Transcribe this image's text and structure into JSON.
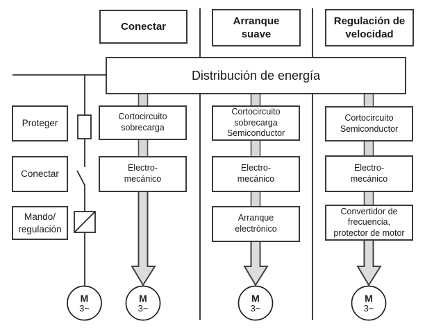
{
  "diagram": {
    "title_implicit": "Motor control methods diagram",
    "colors": {
      "background": "#ffffff",
      "box_border": "#3a3a3a",
      "line": "#2b2b2b",
      "connector_fill": "#d8d8d8",
      "connector_stroke": "#4d4d4d",
      "arrow_fill": "#dcdcdc",
      "arrow_stroke": "#3f3f3f"
    },
    "headers": [
      {
        "label": "Conectar"
      },
      {
        "label": "Arranque\nsuave"
      },
      {
        "label": "Regulación de\nvelocidad"
      }
    ],
    "distribution_bar": {
      "label": "Distribución de energía"
    },
    "left_labels": [
      {
        "label": "Proteger"
      },
      {
        "label": "Conectar"
      },
      {
        "label": "Mando/\nregulación"
      }
    ],
    "left_symbols": [
      "fuse",
      "switch",
      "contactor"
    ],
    "columns": [
      {
        "boxes": [
          {
            "label": "Cortocircuito\nsobrecarga"
          },
          {
            "label": "Electro-\nmecánico"
          }
        ]
      },
      {
        "boxes": [
          {
            "label": "Cortocircuito\nsobrecarga\nSemiconductor"
          },
          {
            "label": "Electro-\nmecánico"
          },
          {
            "label": "Arranque\nelectrónico"
          }
        ]
      },
      {
        "boxes": [
          {
            "label": "Cortocircuito\nSemiconductor"
          },
          {
            "label": "Electro-\nmecánico"
          },
          {
            "label": "Convertidor de\nfrecuencia,\nprotector de motor"
          }
        ]
      }
    ],
    "motors": [
      {
        "line1": "M",
        "line2": "3~"
      },
      {
        "line1": "M",
        "line2": "3~"
      },
      {
        "line1": "M",
        "line2": "3~"
      },
      {
        "line1": "M",
        "line2": "3~"
      }
    ]
  }
}
